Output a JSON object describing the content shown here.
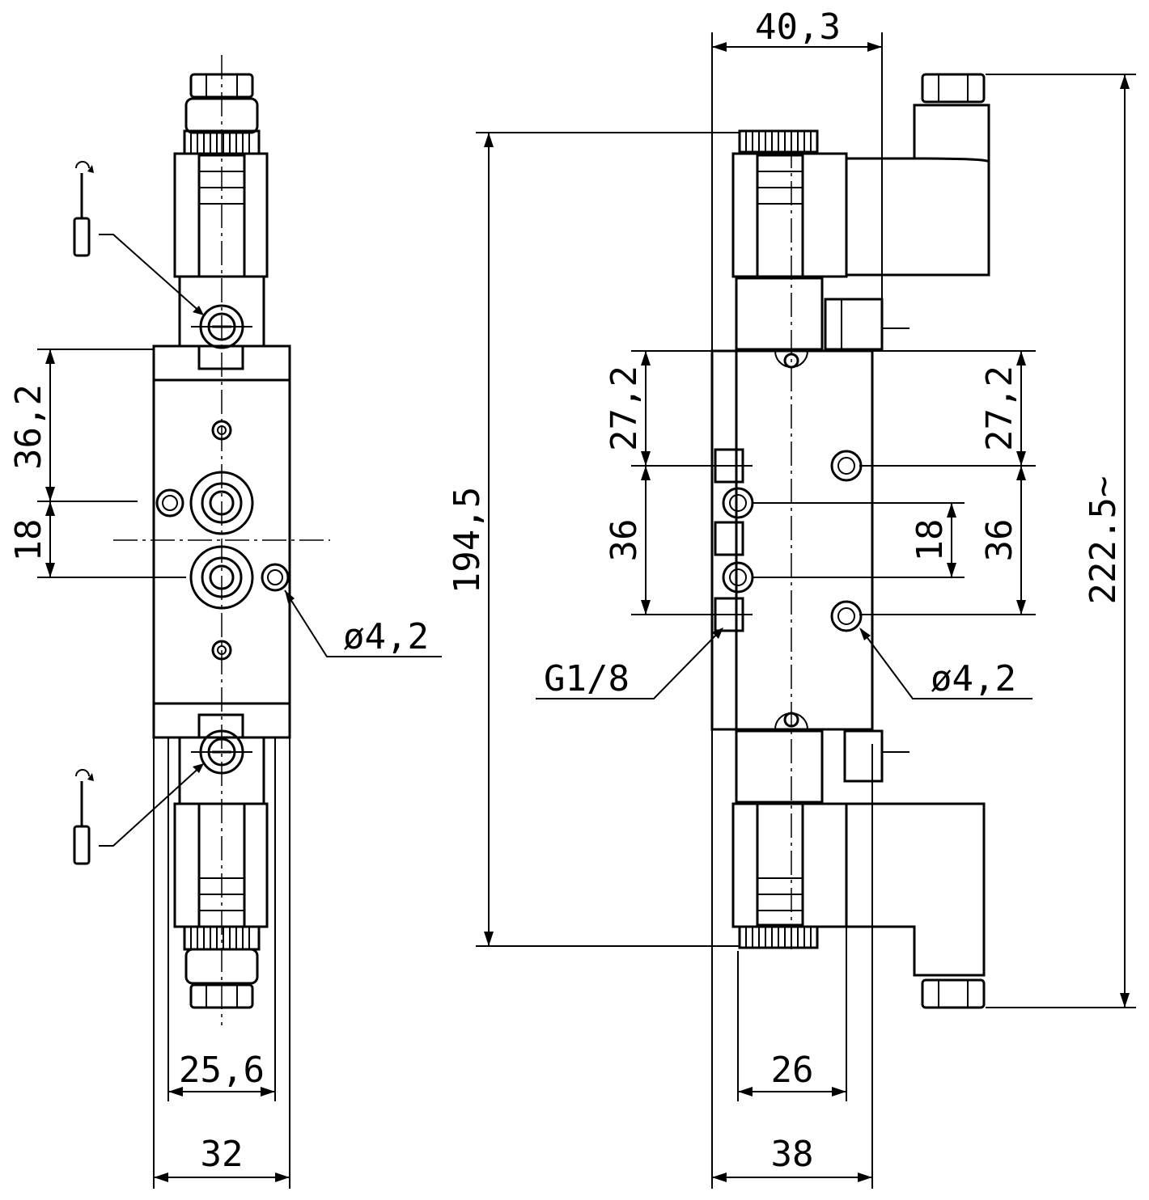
{
  "front_view": {
    "dim_height_top": "36,2",
    "dim_height_mid": "18",
    "dim_hole": "ø4,2",
    "dim_width_inner": "25,6",
    "dim_width_outer": "32"
  },
  "side_view": {
    "dim_top_width": "40,3",
    "dim_total_length": "194,5",
    "dim_overall_length": "222.5~",
    "dim_left_upper": "27,2",
    "dim_left_lower": "36",
    "dim_right_upper": "27,2",
    "dim_right_mid": "18",
    "dim_right_lower": "36",
    "port_thread": "G1/8",
    "dim_hole": "ø4,2",
    "dim_base_inner": "26",
    "dim_base_outer": "38"
  }
}
